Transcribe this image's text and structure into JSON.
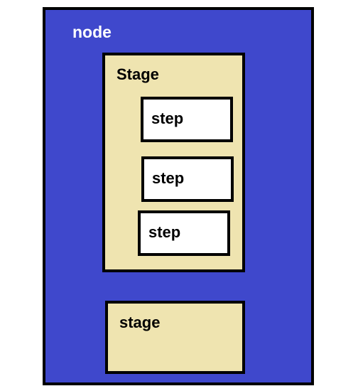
{
  "node": {
    "label": "node",
    "fill_color": "#3f48cc"
  },
  "stages": [
    {
      "label": "Stage",
      "fill_color": "#efe4b0",
      "steps": [
        {
          "label": "step"
        },
        {
          "label": "step"
        },
        {
          "label": "step"
        }
      ]
    },
    {
      "label": "stage",
      "fill_color": "#efe4b0",
      "steps": []
    }
  ],
  "step_fill_color": "#ffffff",
  "border_color": "#000000"
}
